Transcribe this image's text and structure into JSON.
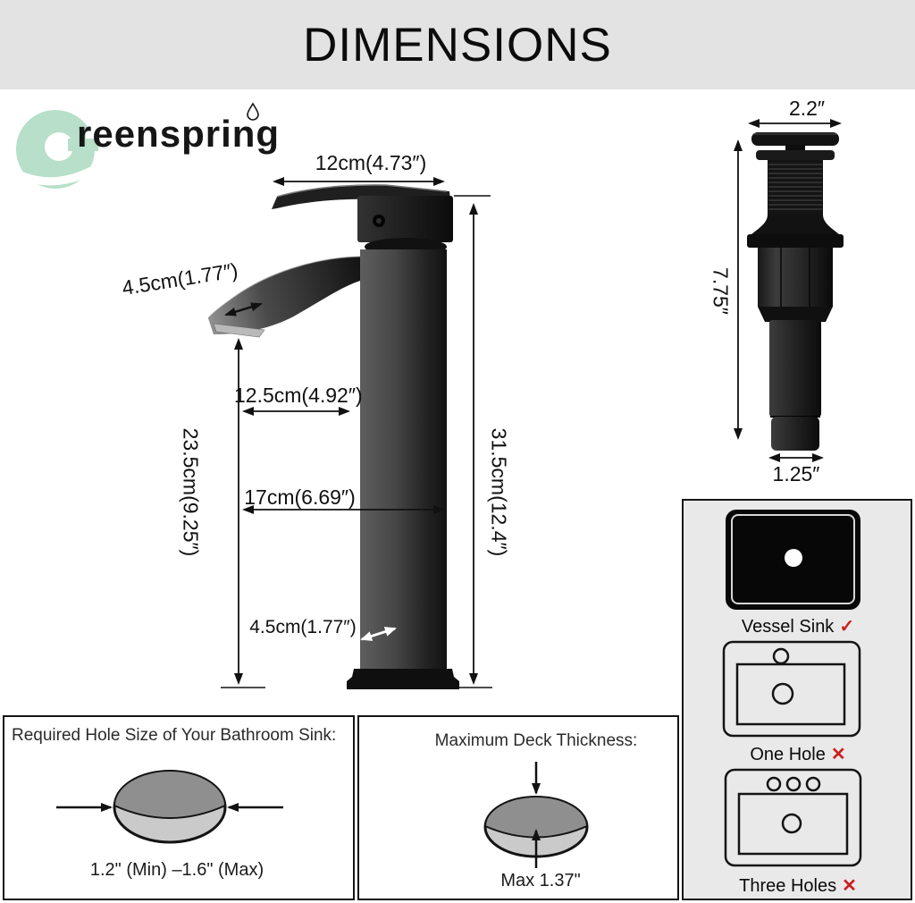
{
  "header": {
    "title": "DIMENSIONS"
  },
  "logo": {
    "brand_rest": "reenspring"
  },
  "faucet": {
    "top_width": "12cm(4.73″)",
    "spout_depth": "4.5cm(1.77″)",
    "spout_reach": "12.5cm(4.92″)",
    "spout_height": "23.5cm(9.25″)",
    "deck_reach": "17cm(6.69″)",
    "overall_height": "31.5cm(12.4″)",
    "body_depth": "4.5cm(1.77″)"
  },
  "drain": {
    "cap_diameter": "2.2″",
    "height": "7.75″",
    "tail_diameter": "1.25″"
  },
  "sink_types": [
    {
      "label": "Vessel Sink",
      "mark": "✓",
      "compatible": true
    },
    {
      "label": "One Hole",
      "mark": "✕",
      "compatible": false
    },
    {
      "label": "Three Holes",
      "mark": "✕",
      "compatible": false
    }
  ],
  "hole_panel": {
    "title": "Required Hole Size of Your Bathroom Sink:",
    "range": "1.2\" (Min) –1.6\" (Max)"
  },
  "deck_panel": {
    "title": "Maximum Deck Thickness:",
    "max": "Max 1.37\""
  },
  "colors": {
    "header_bg": "#e3e3e3",
    "brand_green": "#b7dfc9",
    "accent_red": "#cc1f1f",
    "panel_bg": "#e9e9e9",
    "faucet_black": "#141414"
  }
}
